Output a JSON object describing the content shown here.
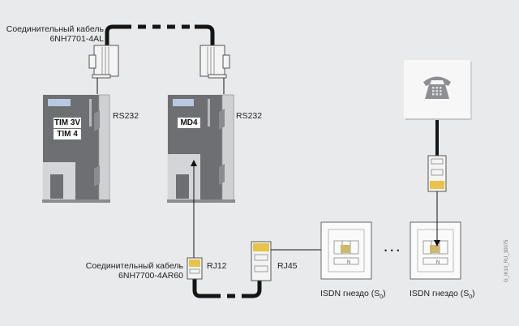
{
  "labels": {
    "cable_top_line1": "Соединительный кабель",
    "cable_top_line2": "6NH7701-4AL",
    "rs232_left": "RS232",
    "rs232_right": "RS232",
    "device_left_line1": "TIM 3V",
    "device_left_line2": "TIM 4",
    "device_right": "MD4",
    "cable_bottom_line1": "Соединительный кабель",
    "cable_bottom_line2": "6NH7700-4AR60",
    "rj12": "RJ12",
    "rj45": "RJ45",
    "isdn_socket_1": "ISDN гнездо (S",
    "isdn_socket_2": "ISDN гнездо (S",
    "isdn_sub": "0",
    "isdn_close": ")",
    "ellipsis": "• • •",
    "figure_id": "G_IK10_RU_30075"
  },
  "icons": {
    "telephone": "telephone-icon",
    "socket_symbol": "isdn-socket-symbol"
  },
  "colors": {
    "background": "#e9eaec",
    "device_dark": "#6d6f73",
    "device_light": "#d4d5d8",
    "connector_gold": "#e8c24a",
    "cable": "#151515"
  }
}
